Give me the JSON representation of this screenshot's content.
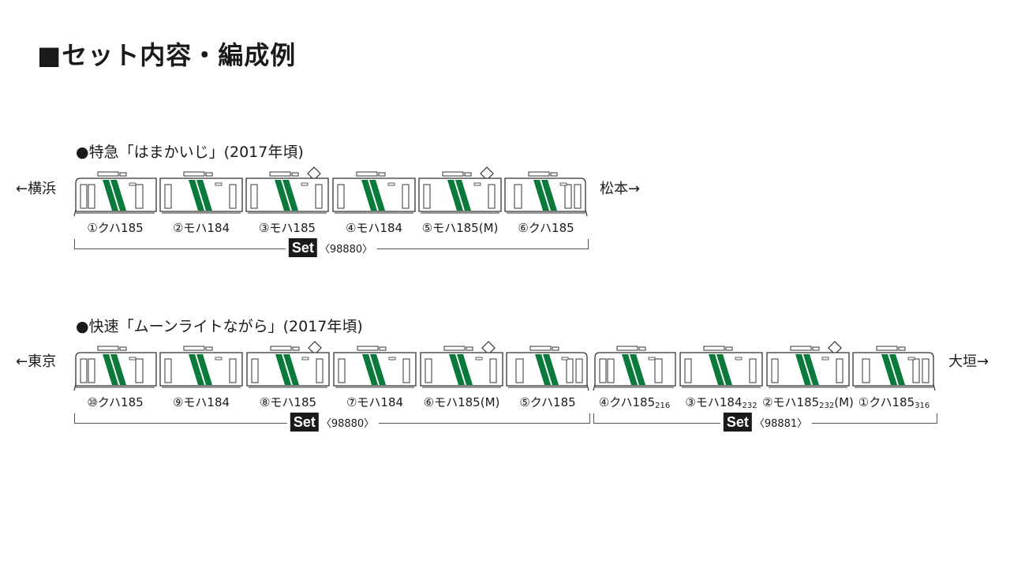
{
  "title": "■セット内容・編成例",
  "colors": {
    "stripe": "#0a7a3a",
    "body": "#ffffff",
    "outline": "#333333",
    "badge": "#1a1a1a"
  },
  "formations": [
    {
      "heading": "●特急「はまかいじ」(2017年頃)",
      "left_label": "←横浜",
      "right_label": "松本→",
      "cars": [
        {
          "label": "①クハ185",
          "sub": "",
          "suffix": "",
          "pantograph": false,
          "end": "left"
        },
        {
          "label": "②モハ184",
          "sub": "",
          "suffix": "",
          "pantograph": false,
          "end": "none"
        },
        {
          "label": "③モハ185",
          "sub": "",
          "suffix": "",
          "pantograph": true,
          "end": "none"
        },
        {
          "label": "④モハ184",
          "sub": "",
          "suffix": "",
          "pantograph": false,
          "end": "none"
        },
        {
          "label": "⑤モハ185",
          "sub": "",
          "suffix": "(M)",
          "pantograph": true,
          "end": "none"
        },
        {
          "label": "⑥クハ185",
          "sub": "",
          "suffix": "",
          "pantograph": false,
          "end": "right"
        }
      ],
      "sets": [
        {
          "badge": "Set",
          "code": "〈98880〉"
        }
      ]
    },
    {
      "heading": "●快速「ムーンライトながら」(2017年頃)",
      "left_label": "←東京",
      "right_label": "大垣→",
      "cars": [
        {
          "label": "⑩クハ185",
          "sub": "",
          "suffix": "",
          "pantograph": false,
          "end": "left"
        },
        {
          "label": "⑨モハ184",
          "sub": "",
          "suffix": "",
          "pantograph": false,
          "end": "none"
        },
        {
          "label": "⑧モハ185",
          "sub": "",
          "suffix": "",
          "pantograph": true,
          "end": "none"
        },
        {
          "label": "⑦モハ184",
          "sub": "",
          "suffix": "",
          "pantograph": false,
          "end": "none"
        },
        {
          "label": "⑥モハ185",
          "sub": "",
          "suffix": "(M)",
          "pantograph": true,
          "end": "none"
        },
        {
          "label": "⑤クハ185",
          "sub": "",
          "suffix": "",
          "pantograph": false,
          "end": "right"
        },
        {
          "label": "④クハ185",
          "sub": "216",
          "suffix": "",
          "pantograph": false,
          "end": "left"
        },
        {
          "label": "③モハ184",
          "sub": "232",
          "suffix": "",
          "pantograph": false,
          "end": "none"
        },
        {
          "label": "②モハ185",
          "sub": "232",
          "suffix": "(M)",
          "pantograph": true,
          "end": "none"
        },
        {
          "label": "①クハ185",
          "sub": "316",
          "suffix": "",
          "pantograph": false,
          "end": "right"
        }
      ],
      "sets": [
        {
          "badge": "Set",
          "code": "〈98880〉"
        },
        {
          "badge": "Set",
          "code": "〈98881〉"
        }
      ]
    }
  ]
}
